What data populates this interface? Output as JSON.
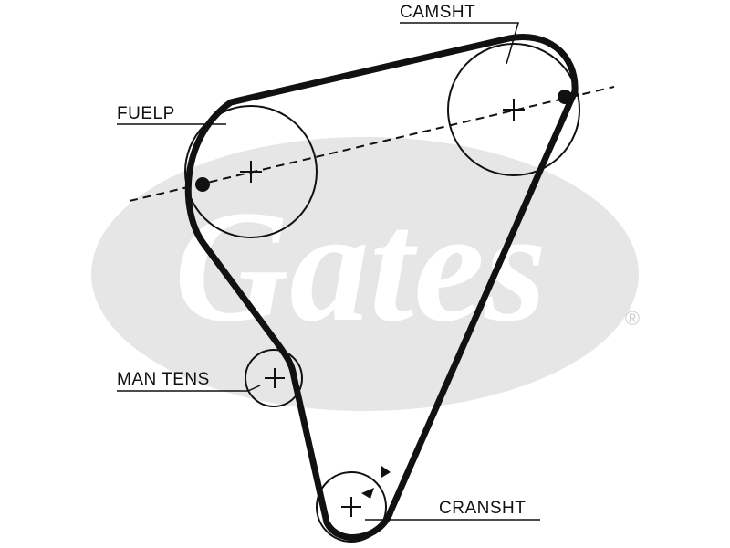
{
  "labels": {
    "camshaft": "CAMSHT",
    "fuel_pump": "FUELP",
    "manual_tensioner": "MAN TENS",
    "crankshaft": "CRANSHT"
  },
  "watermark": {
    "brand_text": "Gates",
    "registered_mark": "®",
    "color": "#e6e6e6"
  },
  "colors": {
    "belt": "#111111",
    "pulley_outline": "#111111",
    "background": "#ffffff"
  },
  "icons": {
    "timing_mark": "filled-dot",
    "rotation_direction": "arrowhead"
  }
}
